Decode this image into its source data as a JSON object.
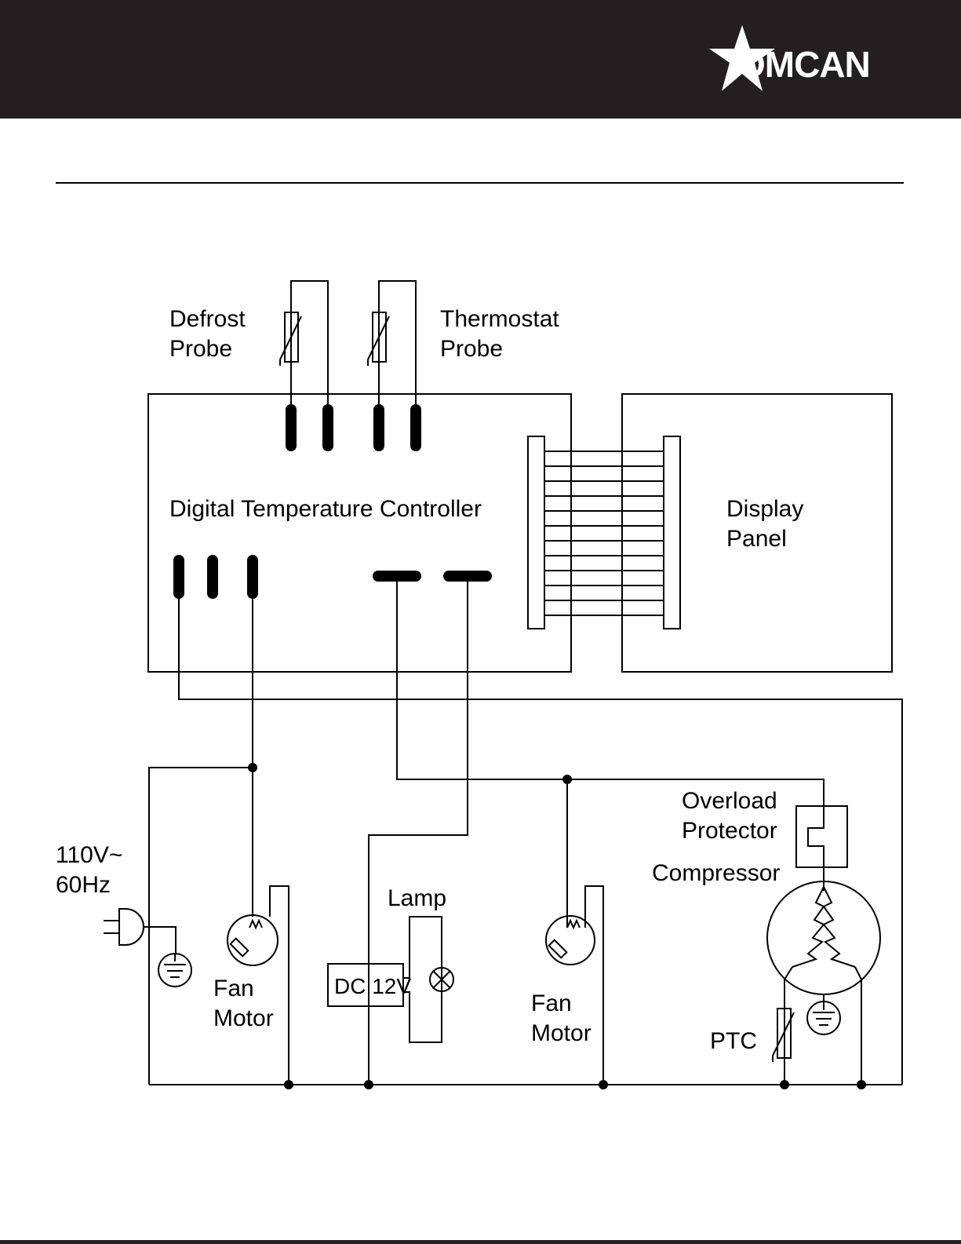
{
  "header": {
    "brand": "OMCAN",
    "colors": {
      "bar": "#231f20",
      "text": "#ffffff"
    }
  },
  "diagram": {
    "labels": {
      "defrost_probe": [
        "Defrost",
        "Probe"
      ],
      "thermostat_probe": [
        "Thermostat",
        "Probe"
      ],
      "controller": "Digital Temperature Controller",
      "display_panel": [
        "Display",
        "Panel"
      ],
      "power": [
        "110V~",
        "60Hz"
      ],
      "fan_motor_left": [
        "Fan",
        "Motor"
      ],
      "lamp": "Lamp",
      "dc_supply": "DC 12V",
      "fan_motor_right": [
        "Fan",
        "Motor"
      ],
      "overload_protector": [
        "Overload",
        "Protector"
      ],
      "compressor": "Compressor",
      "ptc": "PTC"
    },
    "icons": [
      "star-logo-icon",
      "plug-icon",
      "ground-icon",
      "fan-motor-icon",
      "lamp-icon",
      "thermistor-icon",
      "compressor-icon"
    ]
  }
}
